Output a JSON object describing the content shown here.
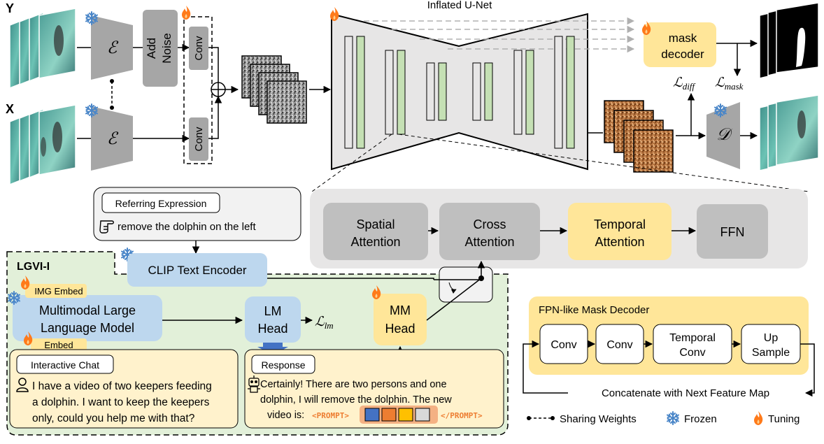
{
  "inputs": {
    "y_label": "Y",
    "x_label": "X"
  },
  "encoder": {
    "symbol": "ℰ"
  },
  "add_noise": {
    "line1": "Add",
    "line2": "Noise"
  },
  "conv_label": "Conv",
  "unet": {
    "title": "Inflated U-Net"
  },
  "mask_decoder": {
    "line1": "mask",
    "line2": "decoder"
  },
  "losses": {
    "diff": "ℒ",
    "diff_sub": "diff",
    "mask": "ℒ",
    "mask_sub": "mask",
    "lm": "ℒ",
    "lm_sub": "lm"
  },
  "decoder": {
    "symbol": "𝒟"
  },
  "attention_block": {
    "spatial": {
      "line1": "Spatial",
      "line2": "Attention"
    },
    "cross": {
      "line1": "Cross",
      "line2": "Attention"
    },
    "temporal": {
      "line1": "Temporal",
      "line2": "Attention"
    },
    "ffn": "FFN"
  },
  "referring": {
    "title": "Referring Expression",
    "text": "remove the dolphin on the left"
  },
  "clip": {
    "label": "CLIP Text Encoder"
  },
  "lgvi": {
    "title": "LGVI-I",
    "img_embed": "IMG Embed",
    "embed": "Embed",
    "mllm": {
      "line1": "Multimodal Large",
      "line2": "Language Model"
    },
    "lm_head": {
      "line1": "LM",
      "line2": "Head"
    },
    "mm_head": {
      "line1": "MM",
      "line2": "Head"
    }
  },
  "chat": {
    "title": "Interactive Chat",
    "lines": [
      "I have a video of two keepers feeding",
      "a dolphin. I want to keep the keepers",
      "only, could you help me with that?"
    ]
  },
  "response": {
    "title": "Response",
    "lines": [
      "Certainly! There are two persons and one",
      "dolphin, I will remove the dolphin. The new"
    ],
    "line3_prefix": "video is:",
    "prompt_open": "<PROMPT>",
    "prompt_close": "</PROMPT>",
    "token_colors": [
      "#4472c4",
      "#ed7d31",
      "#ffc000",
      "#d9d9d9"
    ]
  },
  "fpn": {
    "title": "FPN-like Mask Decoder",
    "blocks": [
      {
        "line1": "Conv",
        "line2": ""
      },
      {
        "line1": "Conv",
        "line2": ""
      },
      {
        "line1": "Temporal",
        "line2": "Conv"
      },
      {
        "line1": "Up",
        "line2": "Sample"
      }
    ],
    "concat": "Concatenate with Next Feature Map"
  },
  "legend": {
    "sharing": "Sharing Weights",
    "frozen": "Frozen",
    "tuning": "Tuning"
  },
  "colors": {
    "encoder_gray": "#a6a6a6",
    "light_gray_panel": "#e7e6e6",
    "attn_gray": "#bfbfbf",
    "yellow": "#ffe699",
    "yellow_panel": "#fff2cc",
    "blue_box": "#bdd7ee",
    "green_panel": "#e2f0d9",
    "unet_fill": "#e7e6e6",
    "unet_green": "#c5e0b4",
    "flame": "#ff7a1a",
    "snow": "#4a86c8",
    "prompt_orange": "#ed7d31",
    "video_teal": "#5ab3a8"
  }
}
